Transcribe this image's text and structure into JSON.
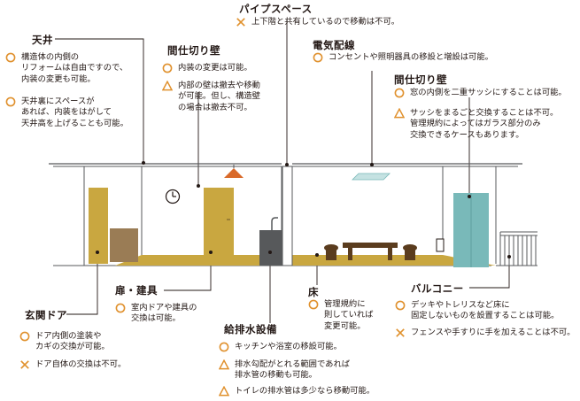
{
  "colors": {
    "orange": "#e0912e",
    "gold": "#c9a740",
    "gray": "#57595b",
    "teal": "#79b9b9",
    "brown": "#5a3c1e"
  },
  "pipe": {
    "title": "パイプスペース",
    "items": [
      {
        "mark": "cross",
        "lines": [
          "上下階と共有しているので移動は不可。"
        ]
      }
    ]
  },
  "ceiling": {
    "title": "天井",
    "items": [
      {
        "mark": "circle",
        "lines": [
          "構造体の内側の",
          "リフォームは自由ですので、",
          "内装の変更も可能。"
        ]
      },
      {
        "mark": "circle",
        "lines": [
          "天井裏にスペースが",
          "あれば、内装をはがして",
          "天井高を上げることも可能。"
        ]
      }
    ]
  },
  "partition1": {
    "title": "間仕切り壁",
    "items": [
      {
        "mark": "circle",
        "lines": [
          "内装の変更は可能。"
        ]
      },
      {
        "mark": "triangle",
        "lines": [
          "内部の壁は撤去や移動",
          "が可能。但し、構造壁",
          "の場合は撤去不可。"
        ]
      }
    ]
  },
  "electric": {
    "title": "電気配線",
    "items": [
      {
        "mark": "circle",
        "lines": [
          "コンセントや照明器具の移設と増設は可能。"
        ]
      }
    ]
  },
  "partition2": {
    "title": "間仕切り壁",
    "items": [
      {
        "mark": "circle",
        "lines": [
          "窓の内側を二重サッシにすることは可能。"
        ]
      },
      {
        "mark": "triangle",
        "lines": [
          "サッシをまるごと交換することは不可。",
          "管理規約によってはガラス部分のみ",
          "交換できるケースもあります。"
        ]
      }
    ]
  },
  "door": {
    "title": "扉・建具",
    "items": [
      {
        "mark": "circle",
        "lines": [
          "室内ドアや建具の",
          "交換は可能。"
        ]
      }
    ]
  },
  "entrance": {
    "title": "玄関ドア",
    "items": [
      {
        "mark": "circle",
        "lines": [
          "ドア内側の塗装や",
          "カギの交換が可能。"
        ]
      },
      {
        "mark": "cross",
        "lines": [
          "ドア自体の交換は不可。"
        ]
      }
    ]
  },
  "plumbing": {
    "title": "給排水設備",
    "items": [
      {
        "mark": "circle",
        "lines": [
          "キッチンや浴室の移設可能。"
        ]
      },
      {
        "mark": "triangle",
        "lines": [
          "排水勾配がとれる範囲であれば",
          "排水管の移動も可能。"
        ]
      },
      {
        "mark": "triangle",
        "lines": [
          "トイレの排水管は多少なら移動可能。"
        ]
      }
    ]
  },
  "floor": {
    "title": "床",
    "items": [
      {
        "mark": "circle",
        "lines": [
          "管理規約に",
          "則していれば",
          "変更可能。"
        ]
      }
    ]
  },
  "balcony": {
    "title": "バルコニー",
    "items": [
      {
        "mark": "circle",
        "lines": [
          "デッキやトレリスなど床に",
          "固定しないものを設置することは可能。"
        ]
      },
      {
        "mark": "cross",
        "lines": [
          "フェンスや手すりに手を加えることは不可。"
        ]
      }
    ]
  }
}
